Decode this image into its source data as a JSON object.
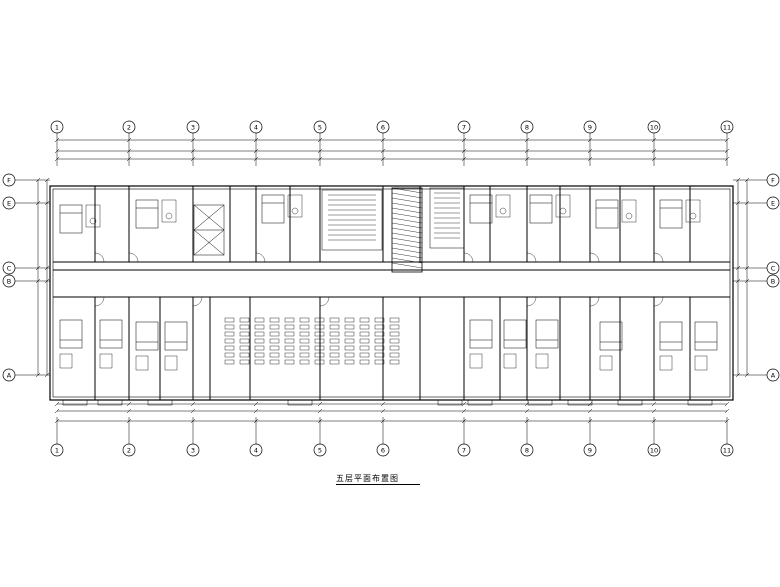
{
  "drawing": {
    "caption": "五层平面布置图",
    "line_color": "#000000",
    "background": "#ffffff"
  },
  "grid": {
    "columns": [
      "1",
      "2",
      "3",
      "4",
      "5",
      "6",
      "7",
      "8",
      "9",
      "10",
      "11"
    ],
    "rows": [
      "F",
      "E",
      "C",
      "B",
      "A"
    ]
  }
}
